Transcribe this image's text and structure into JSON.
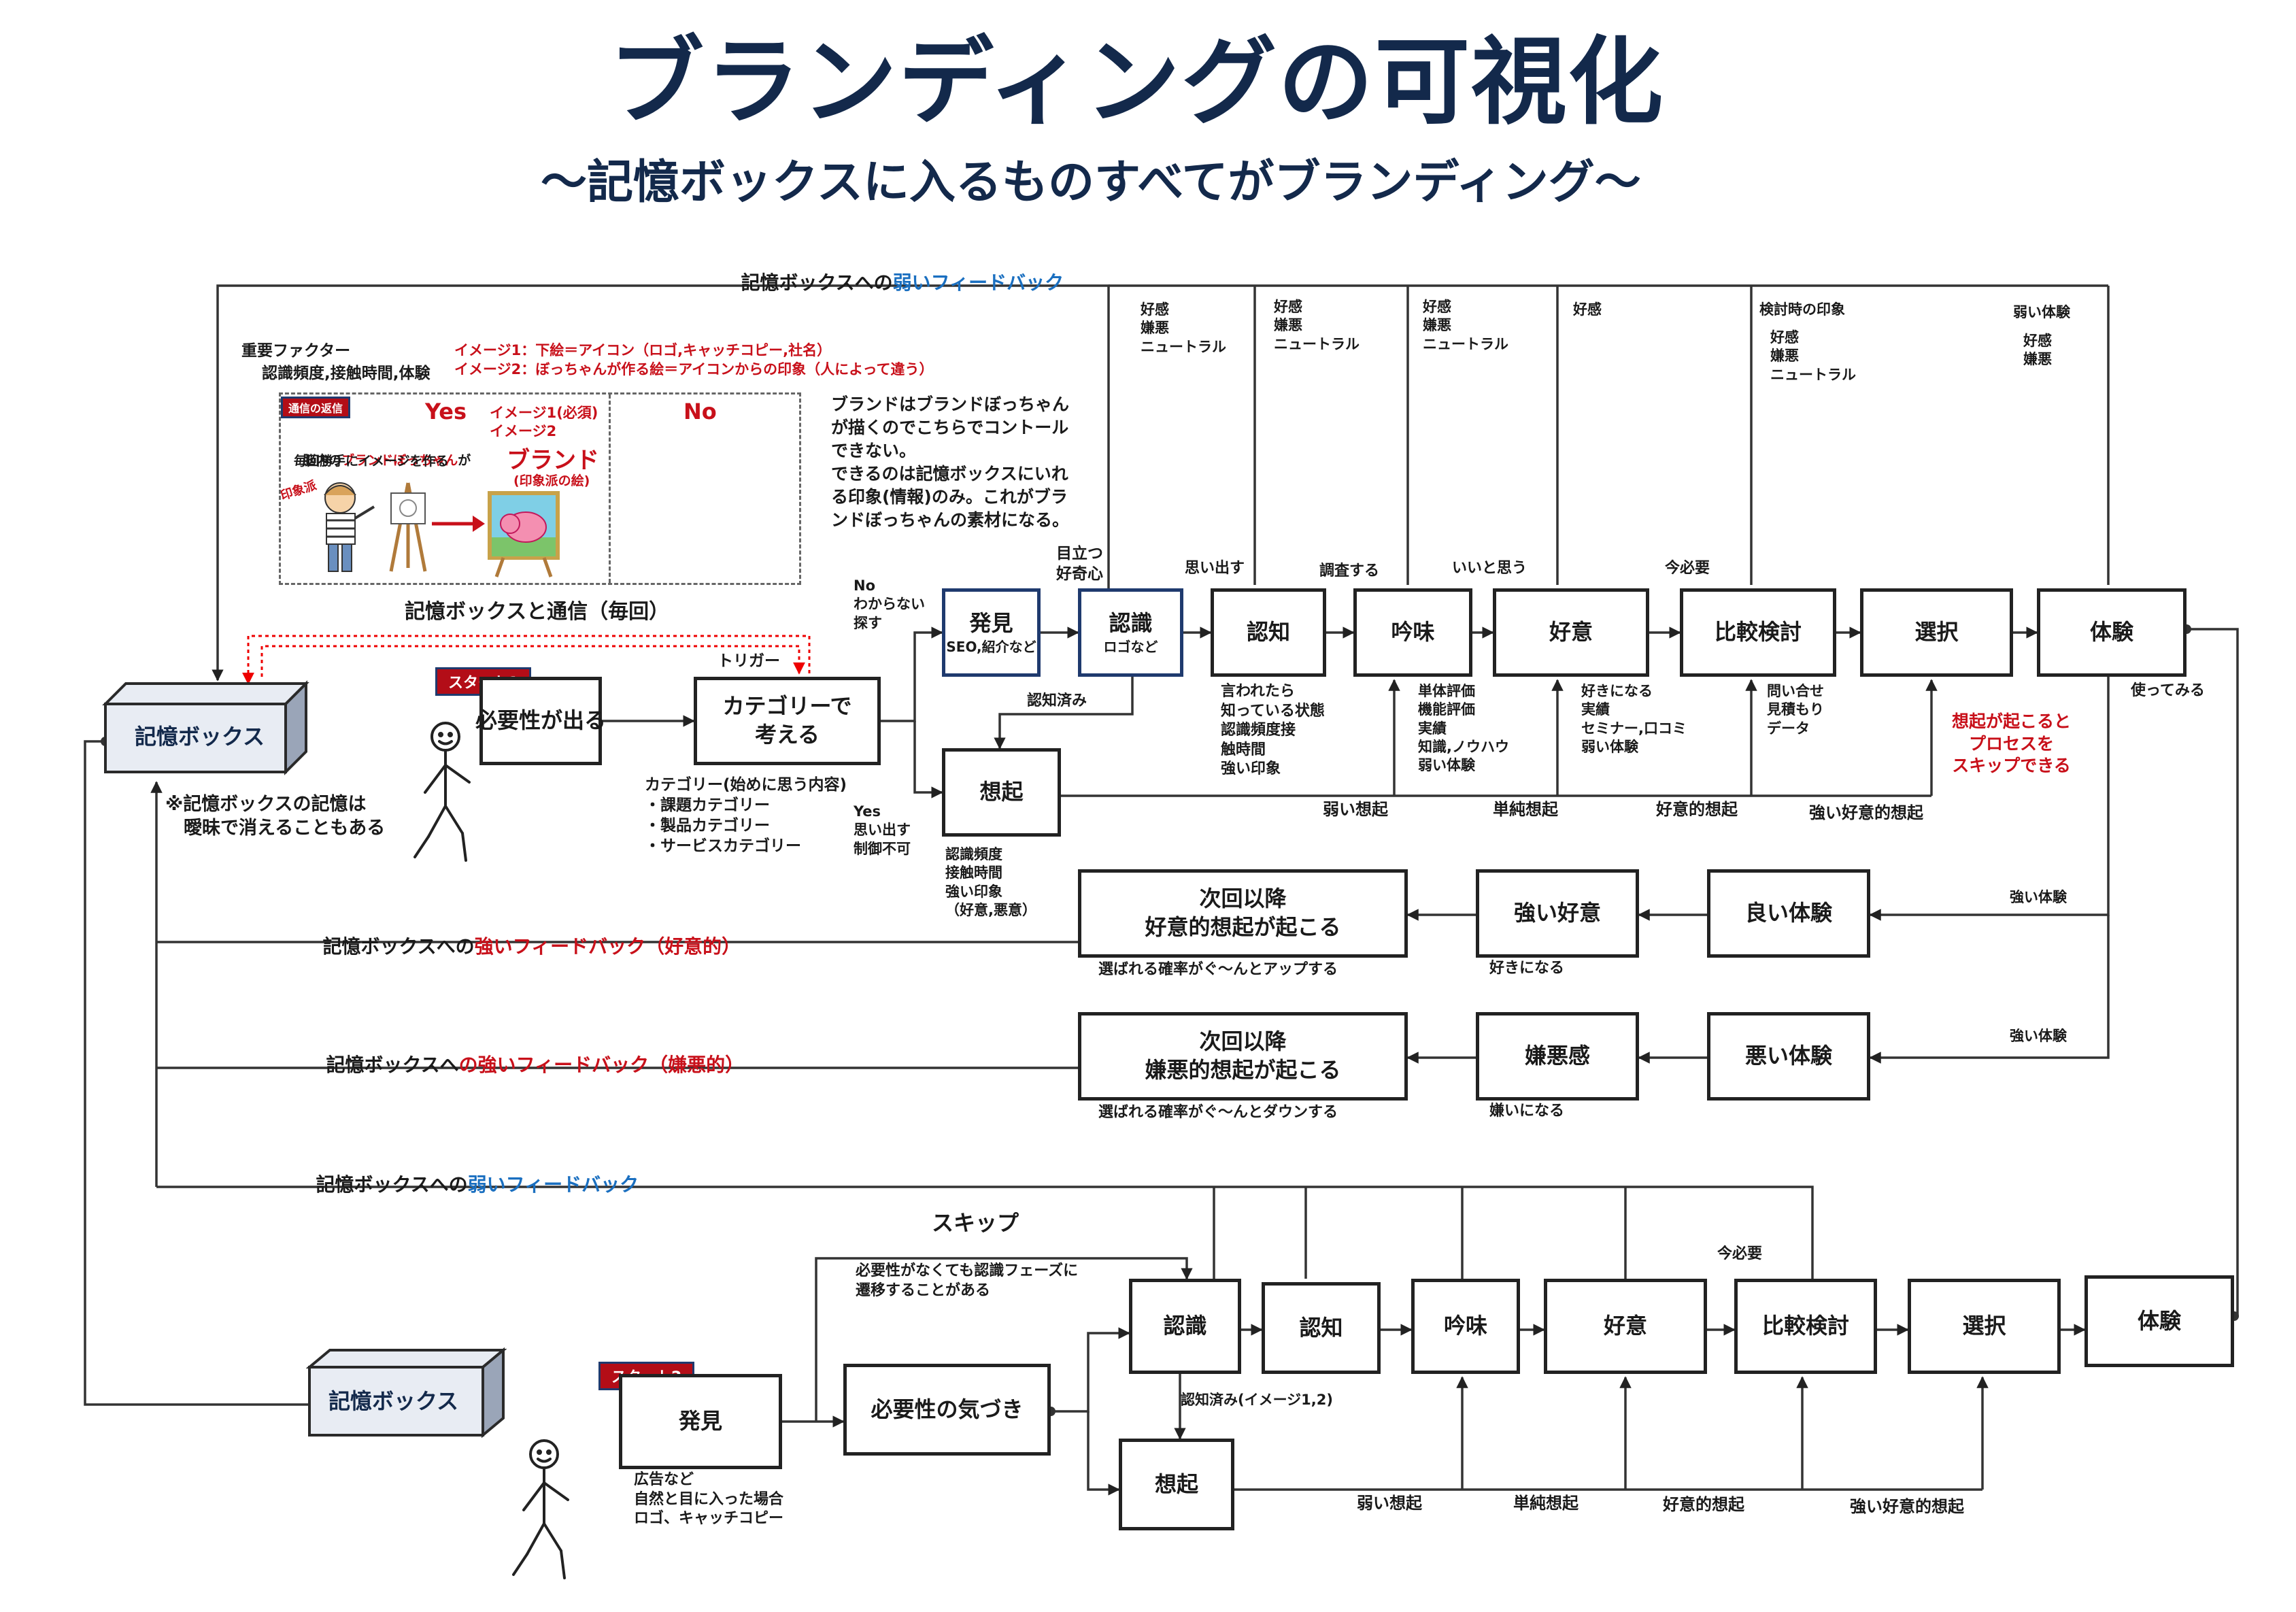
{
  "header": {
    "title": "ブランディングの可視化",
    "subtitle": "〜記憶ボックスに入るものすべてがブランディング〜"
  },
  "feedback": {
    "top_prefix": "記憶ボックスへの",
    "top_weak": "弱いフィードバック",
    "pos_prefix": "記憶ボックスへの",
    "pos_strong": "強いフィードバック（好意的）",
    "neg_prefix": "記憶ボックスへ",
    "neg_strong": "の強いフィードバック（嫌悪的）",
    "bottom_prefix": "記憶ボックスへの",
    "bottom_weak": "弱いフィードバック"
  },
  "inset": {
    "factor_title": "重要ファクター",
    "factor_items": "認識頻度,接触時間,体験",
    "image_note_1": "イメージ1：下絵＝アイコン（ロゴ,キャッチコピー,社名）",
    "image_note_2": "イメージ2：ぼっちゃんが作る絵＝アイコンからの印象（人によって違う）",
    "reply_tag": "通信の返信",
    "yes": "Yes",
    "no": "No",
    "brain_text_1": "脳内の",
    "brain_text_brand": "ブランドぼっちゃん",
    "brain_text_2": "が",
    "brain_text_3": "毎回勝手にイメージを作る",
    "impressionist": "印象派",
    "images_required": "イメージ1(必須)\nイメージ2",
    "brand_label": "ブランド",
    "brand_sub": "(印象派の絵)",
    "caption": "記憶ボックスと通信（毎回）",
    "explanation": "ブランドはブランドぼっちゃん\nが描くのでこちらでコントール\nできない。\nできるのは記憶ボックスにいれ\nる印象(情報)のみ。これがブラ\nンドぼっちゃんの素材になる。"
  },
  "flow1": {
    "memory_box": "記憶ボックス",
    "memory_note": "※記憶ボックスの記憶は\n　曖昧で消えることもある",
    "start_tag": "スタート1",
    "need": "必要性が出る",
    "trigger": "トリガー",
    "category": "カテゴリーで\n考える",
    "category_note": "カテゴリー(始めに思う内容)\n・課題カテゴリー\n・製品カテゴリー\n・サービスカテゴリー",
    "no_label": "No\nわからない\n探す",
    "yes_label": "Yes\n思い出す\n制御不可",
    "discovery": "発見",
    "discovery_sub": "SEO,紹介など",
    "notice_label": "目立つ\n好奇心",
    "recognition": "認識",
    "recognition_sub": "ロゴなど",
    "recognized": "認知済み",
    "recall": "想起",
    "recall_note": "認識頻度\n接触時間\n強い印象\n（好意,悪意）",
    "awareness": "認知",
    "remember": "思い出す",
    "awareness_note": "言われたら\n知っている状態\n認識頻度接\n触時間\n強い印象",
    "consider": "吟味",
    "investigate": "調査する",
    "consider_note": "単体評価\n機能評価\n実績\n知識,ノウハウ\n弱い体験",
    "favor": "好意",
    "think_good": "いいと思う",
    "favor_note": "好きになる\n実績\nセミナー,口コミ\n弱い体験",
    "compare": "比較検討",
    "needed_now": "今必要",
    "compare_note": "問い合せ\n見積もり\nデータ",
    "select": "選択",
    "experience": "体験",
    "use": "使ってみる",
    "skip_note": "想起が起こると\nプロセスを\nスキップできる",
    "fb_awareness": "好感\n嫌悪\nニュートラル",
    "fb_consider": "好感\n嫌悪\nニュートラル",
    "fb_favor": "好感\n嫌悪\nニュートラル",
    "fb_compare": "好感",
    "fb_select_title": "検討時の印象",
    "fb_select": "好感\n嫌悪\nニュートラル",
    "fb_exp_title": "弱い体験",
    "fb_exp": "好感\n嫌悪",
    "weak_recall": "弱い想起",
    "simple_recall": "単純想起",
    "favorable_recall": "好意的想起",
    "strong_favorable_recall": "強い好意的想起"
  },
  "loops": {
    "strong_exp": "強い体験",
    "good_exp": "良い体験",
    "strong_favor": "強い好意",
    "like": "好きになる",
    "next_favorable": "次回以降\n好意的想起が起こる",
    "up_note": "選ばれる確率がぐ〜んとアップする",
    "bad_exp": "悪い体験",
    "disgust": "嫌悪感",
    "dislike": "嫌いになる",
    "next_disgust": "次回以降\n嫌悪的想起が起こる",
    "down_note": "選ばれる確率がぐ〜んとダウンする"
  },
  "flow2": {
    "memory_box": "記憶ボックス",
    "start_tag": "スタート2",
    "discovery": "発見",
    "discovery_note": "広告など\n自然と目に入った場合\nロゴ、キャッチコピー",
    "need_notice": "必要性の気づき",
    "skip": "スキップ",
    "skip_note": "必要性がなくても認識フェーズに\n遷移することがある",
    "recognition": "認識",
    "recognized": "認知済み(イメージ1,2)",
    "recall": "想起",
    "awareness": "認知",
    "consider": "吟味",
    "favor": "好意",
    "compare": "比較検討",
    "needed_now": "今必要",
    "select": "選択",
    "experience": "体験",
    "weak_recall": "弱い想起",
    "simple_recall": "単純想起",
    "favorable_recall": "好意的想起",
    "strong_favorable_recall": "強い好意的想起"
  },
  "colors": {
    "title": "#13294b",
    "red": "#c8101a",
    "blue": "#1a6fc0",
    "line": "#222222"
  },
  "icons": [
    "stick-figure-icon",
    "painter-icon",
    "easel-icon",
    "pig-painting-icon",
    "arrow-icon"
  ]
}
